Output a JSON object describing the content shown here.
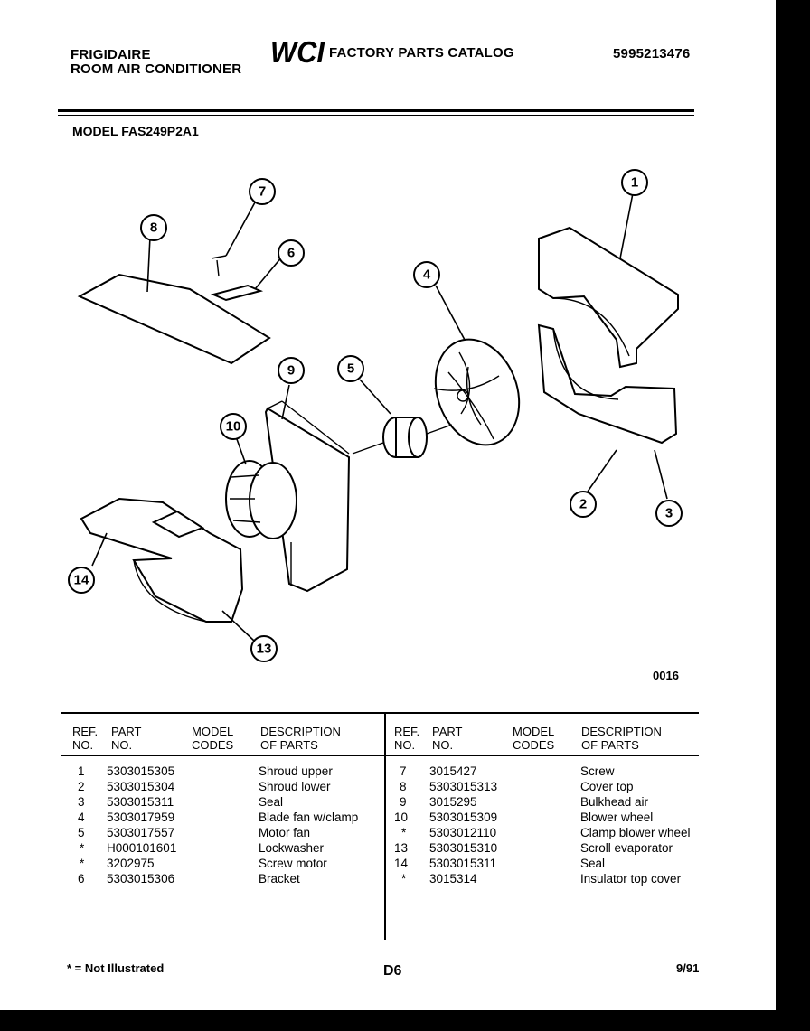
{
  "header": {
    "brand": "FRIGIDAIRE",
    "product": "ROOM AIR CONDITIONER",
    "logo_text": "WCI",
    "catalog": "FACTORY PARTS CATALOG",
    "catalog_number": "5995213476"
  },
  "model_line": "MODEL FAS249P2A1",
  "diagram": {
    "figure_code": "0016",
    "callouts": [
      "1",
      "2",
      "3",
      "4",
      "5",
      "6",
      "7",
      "8",
      "9",
      "10",
      "13",
      "14"
    ]
  },
  "table": {
    "columns": {
      "ref": "REF.\nNO.",
      "part": "PART\nNO.",
      "model": "MODEL\nCODES",
      "desc": "DESCRIPTION\nOF PARTS"
    },
    "left_rows": [
      {
        "ref": "1",
        "part": "5303015305",
        "desc": "Shroud upper"
      },
      {
        "ref": "2",
        "part": "5303015304",
        "desc": "Shroud lower"
      },
      {
        "ref": "3",
        "part": "5303015311",
        "desc": "Seal"
      },
      {
        "ref": "4",
        "part": "5303017959",
        "desc": "Blade fan w/clamp"
      },
      {
        "ref": "5",
        "part": "5303017557",
        "desc": "Motor fan"
      },
      {
        "ref": "*",
        "part": "H000101601",
        "desc": "Lockwasher"
      },
      {
        "ref": "*",
        "part": "3202975",
        "desc": "Screw motor"
      },
      {
        "ref": "6",
        "part": "5303015306",
        "desc": "Bracket"
      }
    ],
    "right_rows": [
      {
        "ref": "7",
        "part": "3015427",
        "desc": "Screw"
      },
      {
        "ref": "8",
        "part": "5303015313",
        "desc": "Cover top"
      },
      {
        "ref": "9",
        "part": "3015295",
        "desc": "Bulkhead air"
      },
      {
        "ref": "10",
        "part": "5303015309",
        "desc": "Blower wheel"
      },
      {
        "ref": "*",
        "part": "5303012110",
        "desc": "Clamp blower wheel"
      },
      {
        "ref": "13",
        "part": "5303015310",
        "desc": "Scroll evaporator"
      },
      {
        "ref": "14",
        "part": "5303015311",
        "desc": "Seal"
      },
      {
        "ref": "*",
        "part": "3015314",
        "desc": "Insulator top cover"
      }
    ]
  },
  "footer": {
    "legend": "* = Not Illustrated",
    "page": "D6",
    "date": "9/91"
  }
}
